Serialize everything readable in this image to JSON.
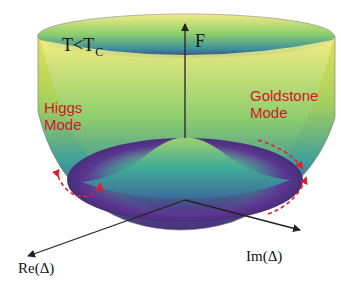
{
  "diagram": {
    "labels": [
      "T<T",
      "C",
      "F",
      "Higgs Mode",
      "Goldstone Mode",
      "Re(Δ)",
      "Im(Δ)"
    ]
  }
}
